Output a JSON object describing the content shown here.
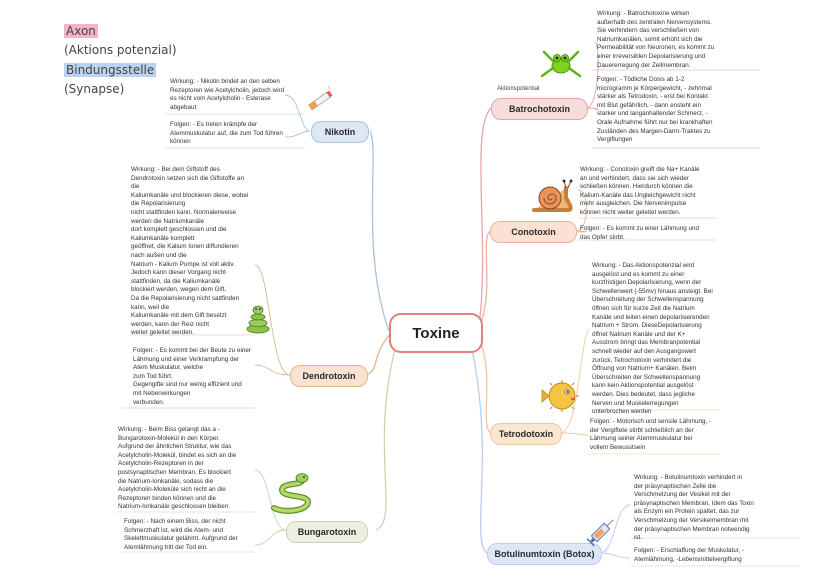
{
  "legend": {
    "axon_label": "Axon",
    "axon_sub": "(Aktions potenzial)",
    "synapse_label": "Bindungsstelle",
    "synapse_sub": "(Synapse)",
    "axon_color": "#f7b3c6",
    "synapse_color": "#b8d4f2"
  },
  "center": {
    "label": "Toxine",
    "border_color": "#e57f7f"
  },
  "branches": {
    "nikotin": {
      "label": "Nikotin",
      "wirkung": "Wirkung: - Nikotin bindet an den selben\nRezeptoren wie Acetylcholin, jedoch wird\nes nicht vom Acetylcholin - Esterase\nabgebaut",
      "folgen": "Folgen: - Es treten krämpfe der\nAtemmuskulatur auf, die zum Tod führen\nkönnen",
      "icon": "cigarette-icon"
    },
    "dendrotoxin": {
      "label": "Dendrotoxin",
      "wirkung": "Wirkung: - Bei dem Giftstoff des\nDendrotoxin setzen sich die Giftstoffe an\ndie\nKaliumkanäle und blockieren diese, wobei\ndie Repolarisierung\nnicht stattfinden kann. Normalerweise\nwerden die Natriumkanäle\ndort komplett geschlossen und die\nKaliumkanäle komplett\ngeöffnet, die Kalium Ionen diffundieren\nnach außen und die\nNatrium - Kalium Pumpe ist voll aktiv.\nJedoch kann dieser Vorgang nicht\nstattfinden, da die Kaliumkanäle\nblockiert werden, wegen dem Gift.\nDa die Repolarisierung nicht sattfinden\nkann, weil die\nKaliumkanäle mit dem Gift besetzt\nwerden, kann der Reiz nicht\nweiter geleitet werden.",
      "folgen": "Folgen: - Es kommt bei der Beute zu einer\nLähmung und einer Verkrampfung der\nAtem Muskulatur, welche\nzum Tod führt.\nGegengifte sind nur wenig effizient und\nmit Nebenwirkungen\nverbunden.",
      "icon": "snake-icon"
    },
    "bungarotoxin": {
      "label": "Bungarotoxin",
      "wirkung": "Wirkung: - Beim Biss gelangt das a -\nBungarotoxin-Molekül in den Körper.\nAufgrund der ähnlichen Struktur, wie das\nAcetylcholin-Molekül, bindet es sich an die\nAcetylcholin-Rezeptoren in der\npostsynaptischen Membran. Es blockiert\ndie Natrium-Ionkanäle, sodass die\nAcetylcholin-Moleküle sich nicht an die\nRezeptoren binden können und die\nNatrium-Ionkanäle geschlossen bleiben.",
      "folgen": "Folgen: - Nach einem Biss, der nicht\nSchmerzhaft ist, wird die Atem- und\nSkelettmuskulatur gelähmt. Aufgrund der\nAtemlähmung tritt der Tod ein.",
      "icon": "snake-icon"
    },
    "batrochotoxin": {
      "label": "Batrochotoxin",
      "wirkung": "Wirkung: - Batrochotoxine wirken\naußerhalb des zentralen Nervensystems.\nSie verhindern das verschließen von\nNatriumkanälen, somit erhöht sich die\nPermeabilität von Neuronen, es kommt zu\neiner irreversiblen Depolarisierung und\nDauererregung der Zellmembran.",
      "folgen": "Folgen: - Tödliche Dosis ab 1-2\nmicrogramm je Körpergewicht, - zehnmal\nstärker als Tetrodoxin, - erst bei Kontakt\nmit Blut gefährlich, - dann ensteht ein\nstarker und langanhaltender Schmerz, -\nOrale Aufnahme führt nur bei krankhaften\nZuständen des Margen-Darm-Traktes zu\nVergiftungen",
      "fragment": "Aktionspotential",
      "icon": "frog-icon"
    },
    "conotoxin": {
      "label": "Conotoxin",
      "wirkung": "Wirkung: - Conotoxin greift die Na+ Kanäle\nan und verhindert, dass sie sich wieder\nschließen können. Hierdurch können die\nKalium-Kanäle das Ungleichgewicht nicht\nmehr ausgleichen. Die Nervenimpulse\nkönnen nicht weiter geleitet werden.",
      "folgen": "Folgen: - Es kommt zu einer Lähmung und\ndas Opfer stirbt.",
      "icon": "snail-icon"
    },
    "tetrodotoxin": {
      "label": "Tetrodotoxin",
      "wirkung": "Wirkung: - Das Aktionspotenzial wird\nausgelöst und es kommt zu einer\nkurzfristigen Depolarisierung, wenn der\nSchwellenwert (-55mv) hinaus ansteigt. Bei\nÜberschreitung der Schwellenspannung\nöffnen sich für kurze Zeit die Natrium\nKanäle und leiten einen depolarisierenden\nNatrium + Strom. DieseDepolarisierung\nöffnet Natrium Kanäle und der K+\nAusstrom bringt das Membranpotential\nschnell wieder auf den Ausgangswert\nzurück. Tetrochotoxin verhindert die\nÖffnung von Natrium+ Kanälen. Beim\nÜberschreiten der Schwellenspannung\nkann kein Aktionspotential ausgelöst\nwerden. Dies bedeutet, dass jegliche\nNerven und Muskelerregungen\nunterbrochen werden",
      "folgen": "Folgen: - Motorisch und sensile Lähmung, -\nder Vergiftete stirbt schließlich an der\nLähmung seiner Atemmuskulatur bei\nvollem Bewusstsein",
      "icon": "pufferfish-icon"
    },
    "botulinum": {
      "label": "Botulinumtoxin (Botox)",
      "wirkung": "Wirkung: - Botulinumtoxin verhindert in\nder präsynaptischen Zelle die\nVerschmelzung der Vesikel mit der\npräsynaptischen Membran, Idem das Toxin\nals Enzym ein Protein spaltet, das zur\nVerschmelzung der Versikelmembran mit\nder präsynaptischen Membran notwendig\nist.",
      "folgen": "Folgen: - Erschlaffung der Muskulatur, -\nAtemlähmung, -Lebensmittelvergiftung",
      "icon": "syringe-icon"
    }
  }
}
